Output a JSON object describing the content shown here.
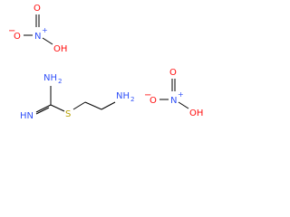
{
  "nitric_acid_1": {
    "atoms": {
      "o_top": "O",
      "n_label": "N",
      "n_charge": "+",
      "o_minus": "O",
      "o_minus_charge": "−",
      "oh": "OH"
    }
  },
  "nitric_acid_2": {
    "atoms": {
      "o_top": "O",
      "n_label": "N",
      "n_charge": "+",
      "o_minus": "O",
      "o_minus_charge": "−",
      "oh": "OH"
    }
  },
  "isothiourea": {
    "atoms": {
      "nh2_top": "NH",
      "nh2_top_sub": "2",
      "hn_imine": "HN",
      "s_label": "S",
      "nh2_end": "NH",
      "nh2_end_sub": "2"
    }
  },
  "colors": {
    "oxygen": "#ff0d0d",
    "nitrogen": "#3050f8",
    "sulfur": "#b8a000",
    "bond": "#000000"
  }
}
